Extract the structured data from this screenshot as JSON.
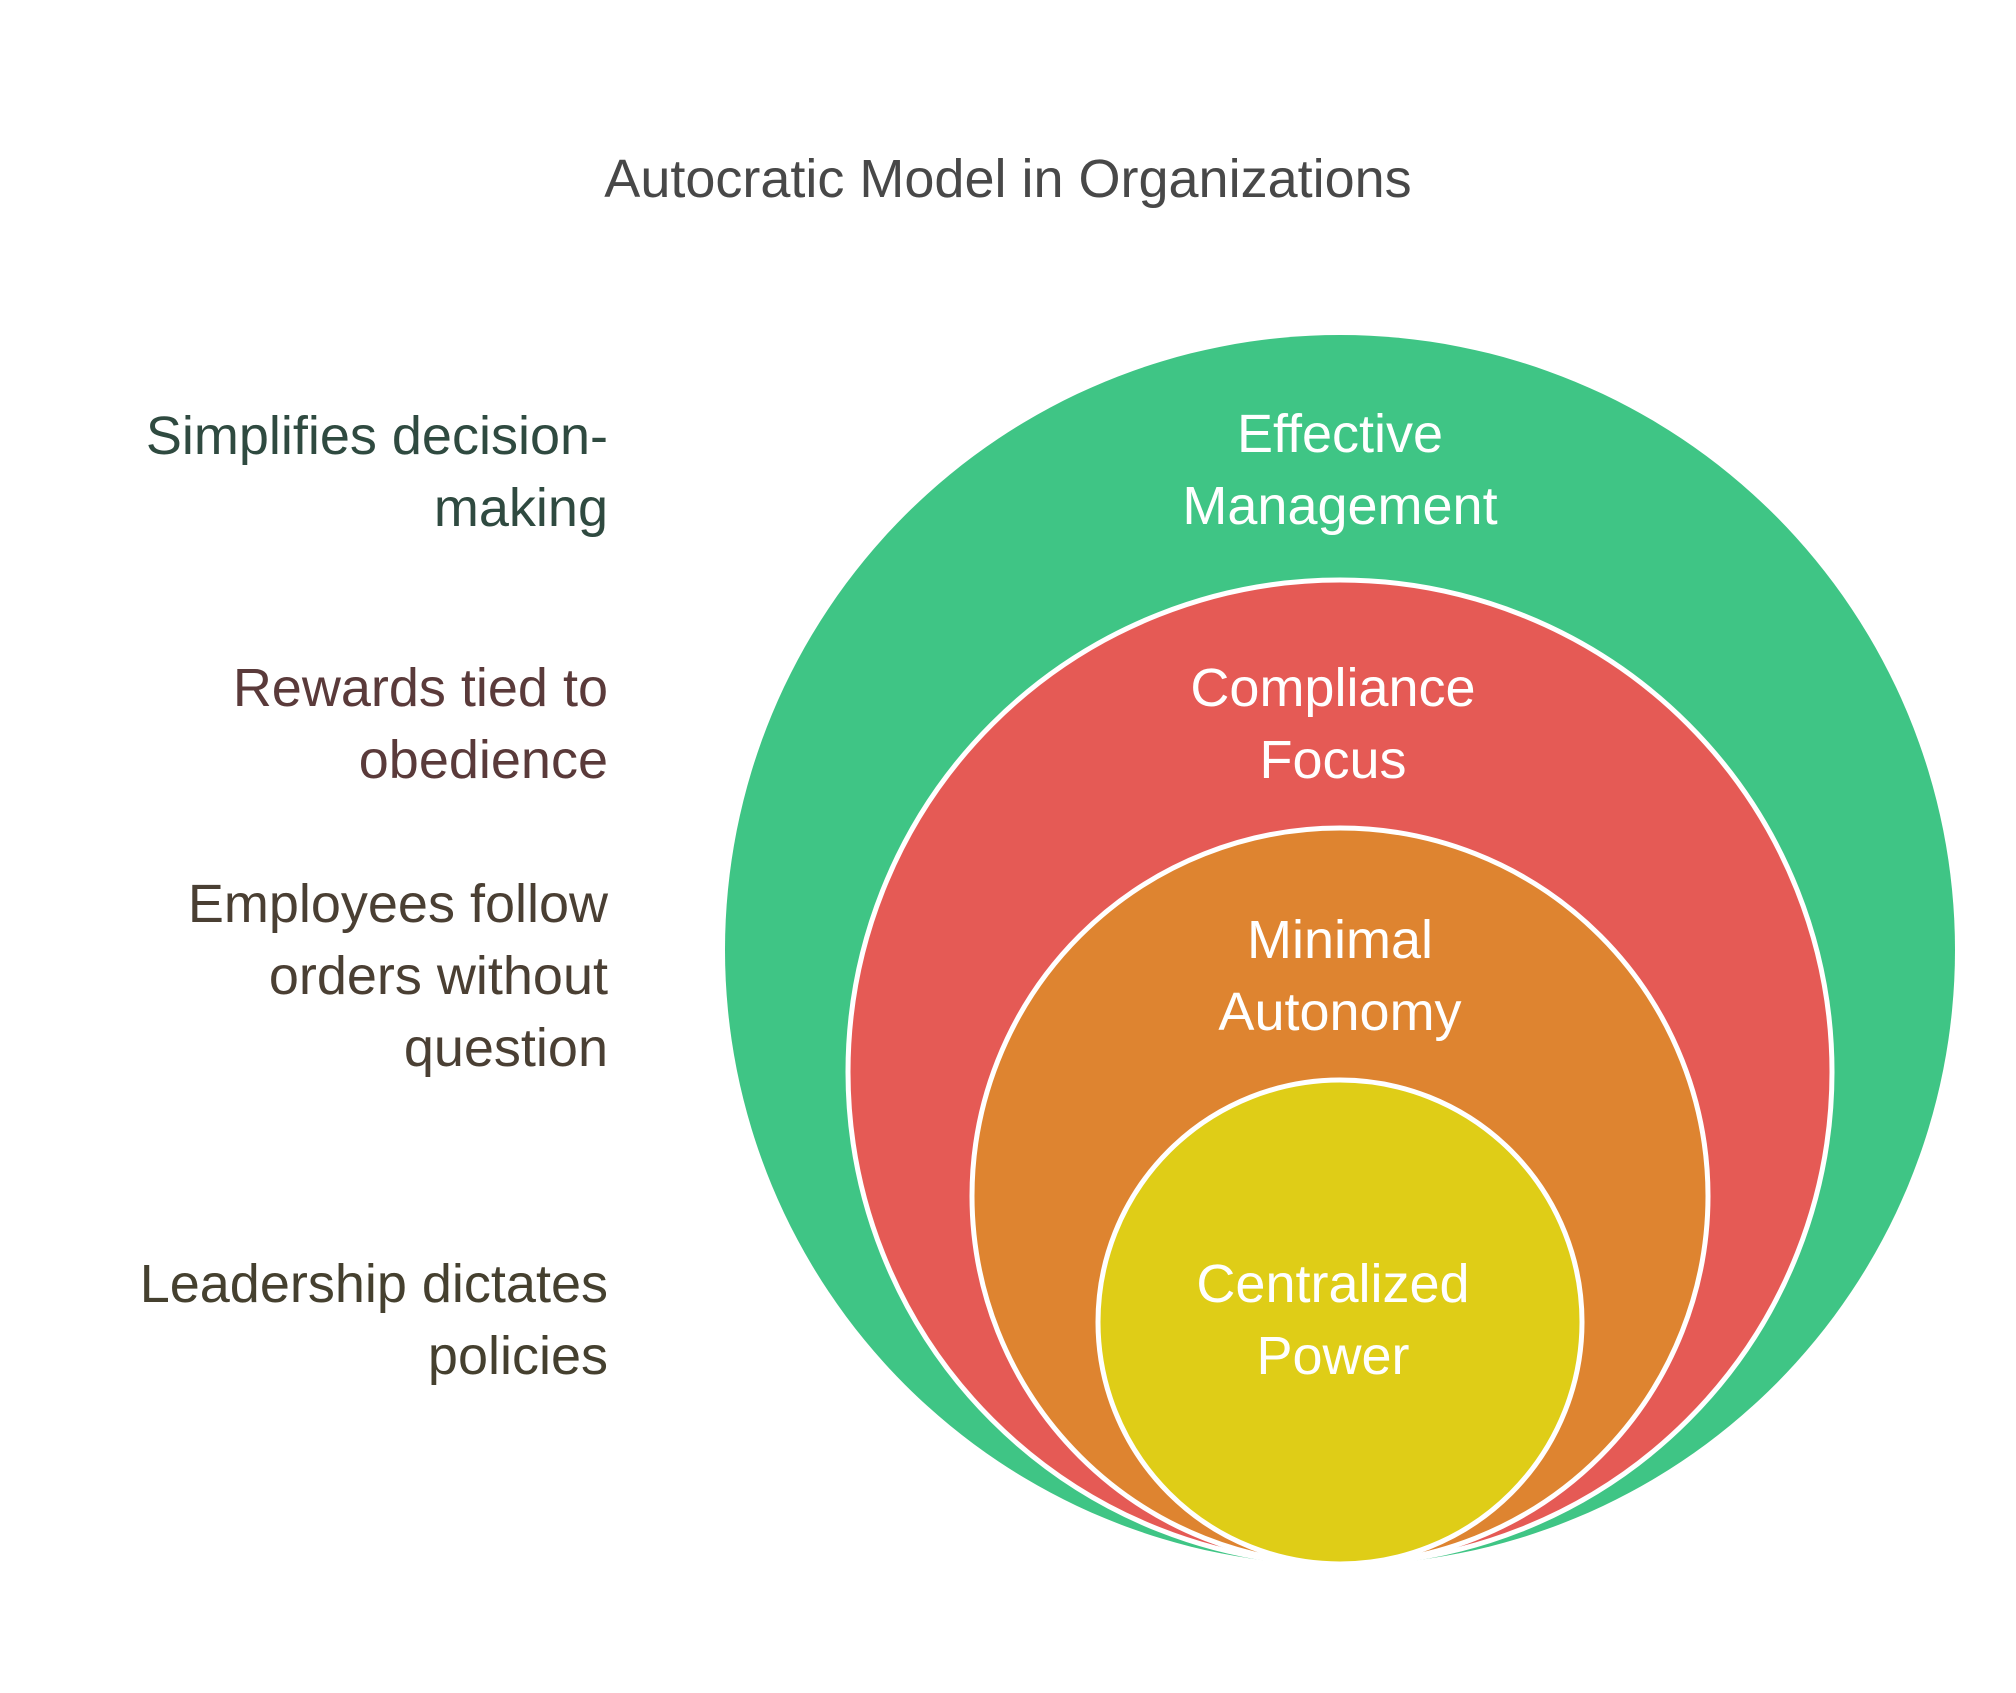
{
  "title": "Autocratic Model in Organizations",
  "side_labels": [
    {
      "lines": [
        "Simplifies decision-",
        "making"
      ],
      "color": "#2f4a40"
    },
    {
      "lines": [
        "Rewards tied to",
        "obedience"
      ],
      "color": "#5a3a3a"
    },
    {
      "lines": [
        "Employees follow",
        "orders without",
        "question"
      ],
      "color": "#4a3f33"
    },
    {
      "lines": [
        "Leadership dictates",
        "policies"
      ],
      "color": "#45402f"
    }
  ],
  "rings": [
    {
      "lines": [
        "Effective",
        "Management"
      ],
      "color": "#3fc585"
    },
    {
      "lines": [
        "Compliance",
        "Focus"
      ],
      "color": "#e55a55"
    },
    {
      "lines": [
        "Minimal",
        "Autonomy"
      ],
      "color": "#de8430"
    },
    {
      "lines": [
        "Centralized",
        "Power"
      ],
      "color": "#dfcd17"
    }
  ]
}
